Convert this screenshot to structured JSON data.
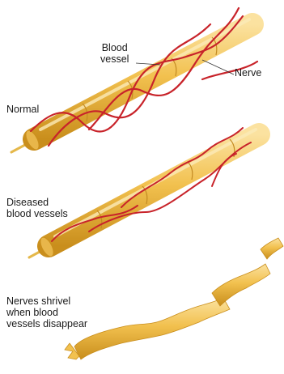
{
  "labels": {
    "blood_vessel_line1": "Blood",
    "blood_vessel_line2": "vessel",
    "nerve": "Nerve",
    "normal": "Normal",
    "diseased_line1": "Diseased",
    "diseased_line2": "blood vessels",
    "shrivel_line1": "Nerves shrivel",
    "shrivel_line2": "when blood",
    "shrivel_line3": "vessels disappear"
  },
  "colors": {
    "nerve_fill": "#f2c14f",
    "nerve_light": "#fbe2a0",
    "nerve_shade": "#c98e1c",
    "vessel": "#c8232a",
    "text": "#1a1a1a"
  }
}
